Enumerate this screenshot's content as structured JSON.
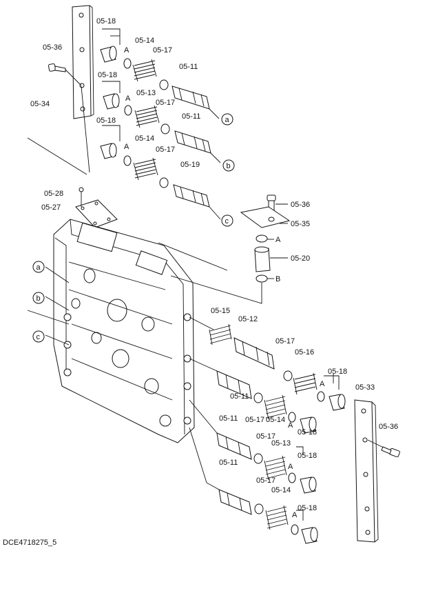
{
  "diagram": {
    "footer_code": "DCE4718275_5",
    "callouts": {
      "a": "a",
      "b": "b",
      "c": "c"
    },
    "ring_marks": {
      "A": "A",
      "B": "B"
    },
    "part_numbers": {
      "p0511": "05-11",
      "p0512": "05-12",
      "p0513": "05-13",
      "p0514": "05-14",
      "p0515": "05-15",
      "p0516": "05-16",
      "p0517": "05-17",
      "p0518": "05-18",
      "p0519": "05-19",
      "p0520": "05-20",
      "p0527": "05-27",
      "p0528": "05-28",
      "p0533": "05-33",
      "p0534": "05-34",
      "p0535": "05-35",
      "p0536": "05-36"
    }
  }
}
